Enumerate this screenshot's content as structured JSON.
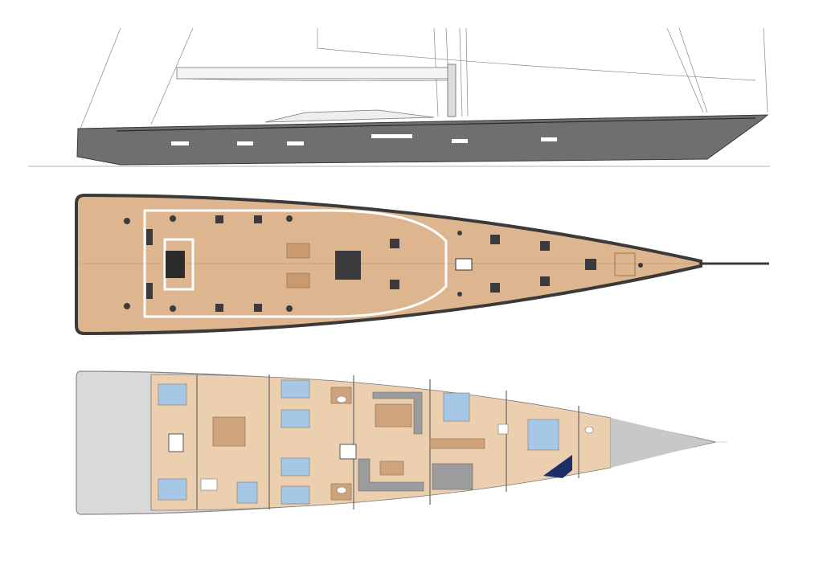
{
  "drawing": {
    "views": [
      "side-profile",
      "deck-plan",
      "interior-layout"
    ],
    "colors": {
      "hull": "#6e6f71",
      "hull_outline": "#3a3a3a",
      "teak_deck": "#ddb58e",
      "interior_floor": "#ebcfae",
      "furniture": "#cfa47d",
      "berth": "#a6c8e6",
      "sofa": "#9c9c9e",
      "unused_area": "#d9d9d9",
      "navy_accent": "#1c2f66",
      "line": "#555555"
    }
  }
}
